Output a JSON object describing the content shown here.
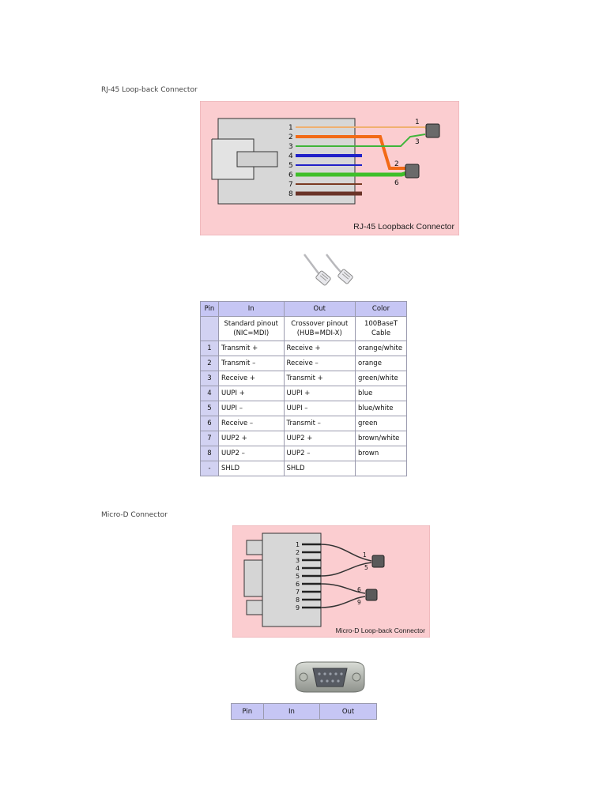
{
  "rj45": {
    "heading": "RJ-45 Loop-back Connector",
    "diagram": {
      "caption": "RJ-45 Loopback Connector",
      "pin_labels": [
        "1",
        "2",
        "3",
        "4",
        "5",
        "6",
        "7",
        "8"
      ],
      "plug_labels": [
        "1",
        "3",
        "2",
        "6"
      ],
      "background": "#fbcdd0",
      "wire_colors": [
        "#f0b070",
        "#f26a16",
        "#3fb53a",
        "#2020c8",
        "#2020c8",
        "#3fbf2a",
        "#7a3a22",
        "#6a3328"
      ]
    },
    "photo_icon": "rj45-cable-photo",
    "table": {
      "headers": [
        "Pin",
        "In",
        "Out",
        "Color"
      ],
      "subheader": {
        "in": "Standard pinout (NIC=MDI)",
        "out": "Crossover pinout (HUB=MDI-X)",
        "color": "100BaseT Cable"
      },
      "rows": [
        {
          "pin": "1",
          "in": "Transmit +",
          "out": "Receive +",
          "color": "orange/white"
        },
        {
          "pin": "2",
          "in": "Transmit –",
          "out": "Receive –",
          "color": "orange"
        },
        {
          "pin": "3",
          "in": "Receive +",
          "out": "Transmit +",
          "color": "green/white"
        },
        {
          "pin": "4",
          "in": "UUPI +",
          "out": "UUPI +",
          "color": "blue"
        },
        {
          "pin": "5",
          "in": "UUPI –",
          "out": "UUPI –",
          "color": "blue/white"
        },
        {
          "pin": "6",
          "in": "Receive –",
          "out": "Transmit –",
          "color": "green"
        },
        {
          "pin": "7",
          "in": "UUP2 +",
          "out": "UUP2 +",
          "color": "brown/white"
        },
        {
          "pin": "8",
          "in": "UUP2 –",
          "out": "UUP2 –",
          "color": "brown"
        },
        {
          "pin": "-",
          "in": "SHLD",
          "out": "SHLD",
          "color": ""
        }
      ]
    }
  },
  "microd": {
    "heading": "Micro-D Connector",
    "diagram": {
      "caption": "Micro-D Loop-back Connector",
      "pin_labels": [
        "1",
        "2",
        "3",
        "4",
        "5",
        "6",
        "7",
        "8",
        "9"
      ],
      "plug_labels": [
        "1",
        "5",
        "6",
        "9"
      ],
      "background": "#fbcdd0"
    },
    "photo_icon": "micro-d-connector-photo",
    "table": {
      "headers": [
        "Pin",
        "In",
        "Out"
      ]
    }
  },
  "colors": {
    "table_header": "#c6c6f4",
    "table_pin_column": "#d2d2f2",
    "table_border": "#9a9aae"
  }
}
